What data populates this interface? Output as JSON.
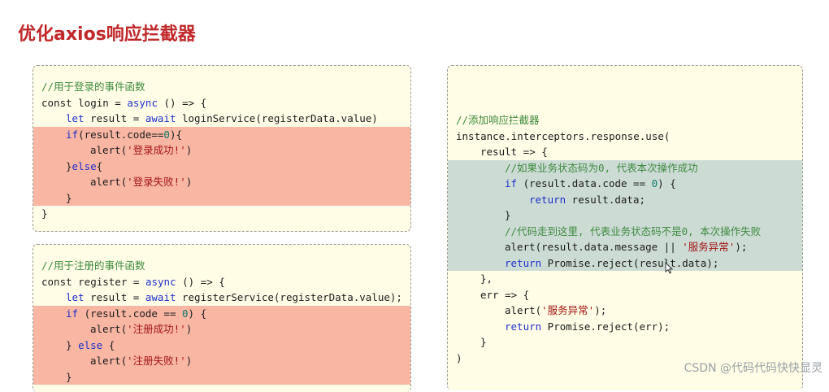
{
  "title": "优化axios响应拦截器",
  "login_box": {
    "comment": "//用于登录的事件函数",
    "l1_a": "const login = ",
    "l1_kw": "async",
    "l1_b": " () => {",
    "l2_kw": "let",
    "l2_a": " result = ",
    "l2_kw2": "await",
    "l2_b": " loginService(registerData.value)",
    "l3_kw": "if",
    "l3_a": "(result.code==",
    "l3_num": "0",
    "l3_b": "){",
    "l4_a": "alert(",
    "l4_str": "'登录成功!'",
    "l4_b": ")",
    "l5_a": "}",
    "l5_kw": "else",
    "l5_b": "{",
    "l6_a": "alert(",
    "l6_str": "'登录失败!'",
    "l6_b": ")",
    "l7": "}",
    "l8": "}"
  },
  "register_box": {
    "comment": "//用于注册的事件函数",
    "l1_a": "const register = ",
    "l1_kw": "async",
    "l1_b": " () => {",
    "l2_kw": "let",
    "l2_a": " result = ",
    "l2_kw2": "await",
    "l2_b": " registerService(registerData.value);",
    "l3_kw": "if",
    "l3_a": " (result.code == ",
    "l3_num": "0",
    "l3_b": ") {",
    "l4_a": "alert(",
    "l4_str": "'注册成功!'",
    "l4_b": ")",
    "l5_a": "} ",
    "l5_kw": "else",
    "l5_b": " {",
    "l6_a": "alert(",
    "l6_str": "'注册失败!'",
    "l6_b": ")",
    "l7": "}"
  },
  "interceptor_box": {
    "comment": "//添加响应拦截器",
    "l1": "instance.interceptors.response.use(",
    "l2": "result => {",
    "l3_cm": "//如果业务状态码为0, 代表本次操作成功",
    "l4_kw": "if",
    "l4_a": " (result.data.code == ",
    "l4_num": "0",
    "l4_b": ") {",
    "l5_kw": "return",
    "l5_a": " result.data;",
    "l6": "}",
    "l7_cm": "//代码走到这里, 代表业务状态码不是0, 本次操作失败",
    "l8_a": "alert(result.data.message || ",
    "l8_str": "'服务异常'",
    "l8_b": ");",
    "l9_kw": "return",
    "l9_a": " Promise.reject(result.data);",
    "l10": "},",
    "l11": "err => {",
    "l12_a": "alert(",
    "l12_str": "'服务异常'",
    "l12_b": ");",
    "l13_kw": "return",
    "l13_a": " Promise.reject(err);",
    "l14": "}",
    "l15": ")"
  },
  "watermark": "CSDN @代码代码快快显灵"
}
